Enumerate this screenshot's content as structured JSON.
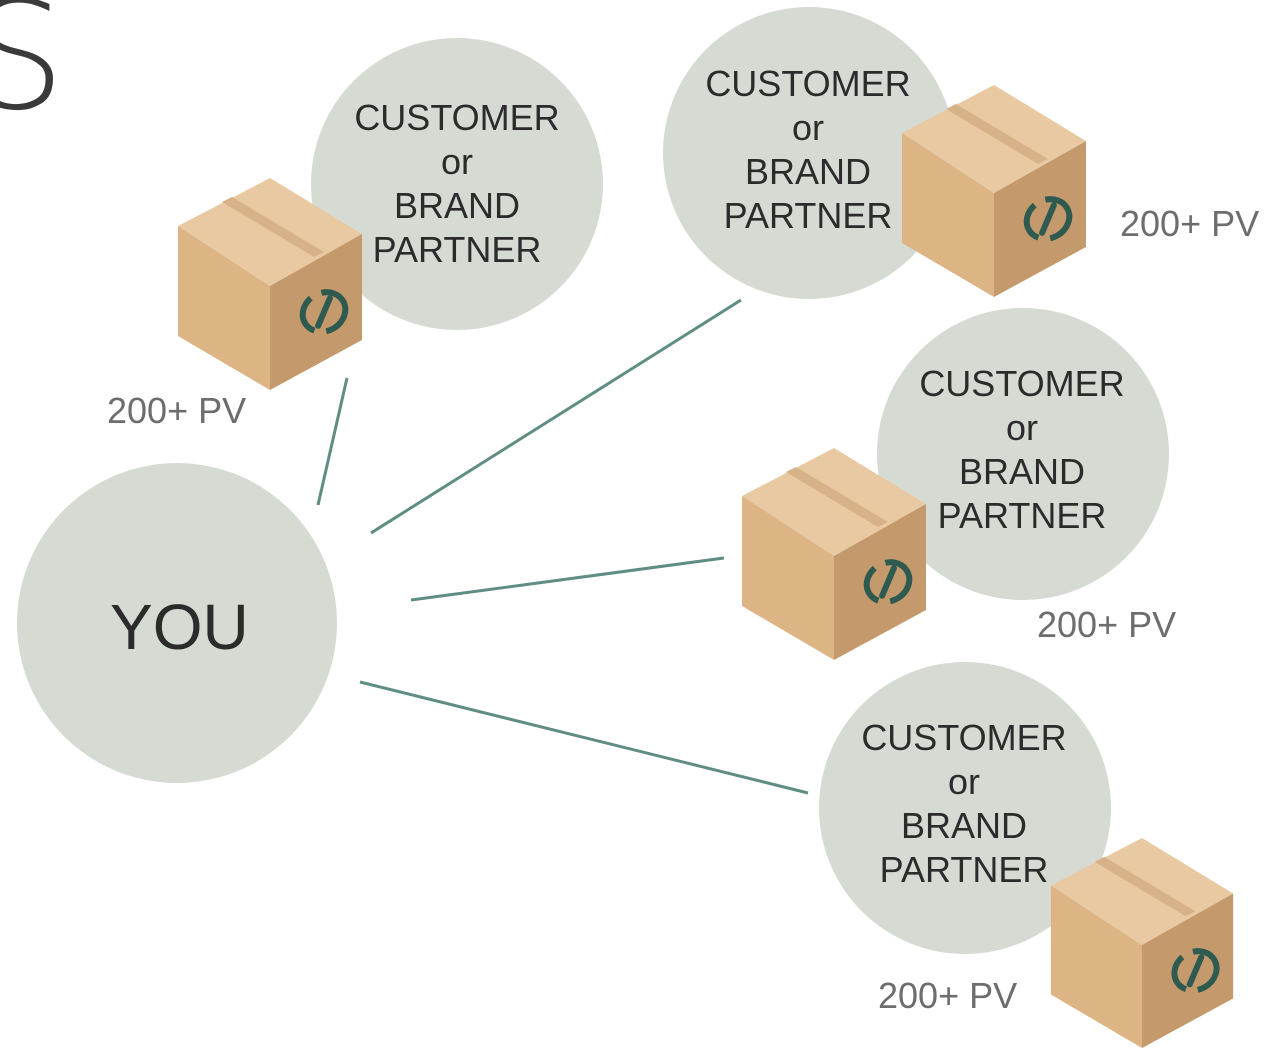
{
  "title_fragment": "S",
  "center": {
    "label": "YOU"
  },
  "nodes": [
    {
      "line1": "CUSTOMER",
      "line2": "or",
      "line3": "BRAND",
      "line4": "PARTNER",
      "pv": "200+ PV"
    },
    {
      "line1": "CUSTOMER",
      "line2": "or",
      "line3": "BRAND",
      "line4": "PARTNER",
      "pv": "200+ PV"
    },
    {
      "line1": "CUSTOMER",
      "line2": "or",
      "line3": "BRAND",
      "line4": "PARTNER",
      "pv": "200+ PV"
    },
    {
      "line1": "CUSTOMER",
      "line2": "or",
      "line3": "BRAND",
      "line4": "PARTNER",
      "pv": "200+ PV"
    }
  ],
  "colors": {
    "circle": "#d5dbd2",
    "connector": "#5f8d84",
    "box_top": "#e8c9a2",
    "box_left": "#ddb484",
    "box_right": "#c49a6c",
    "logo": "#2f5a50"
  },
  "icons": {
    "box": "shipping-box-icon",
    "logo": "leaf-swirl-logo-icon"
  }
}
